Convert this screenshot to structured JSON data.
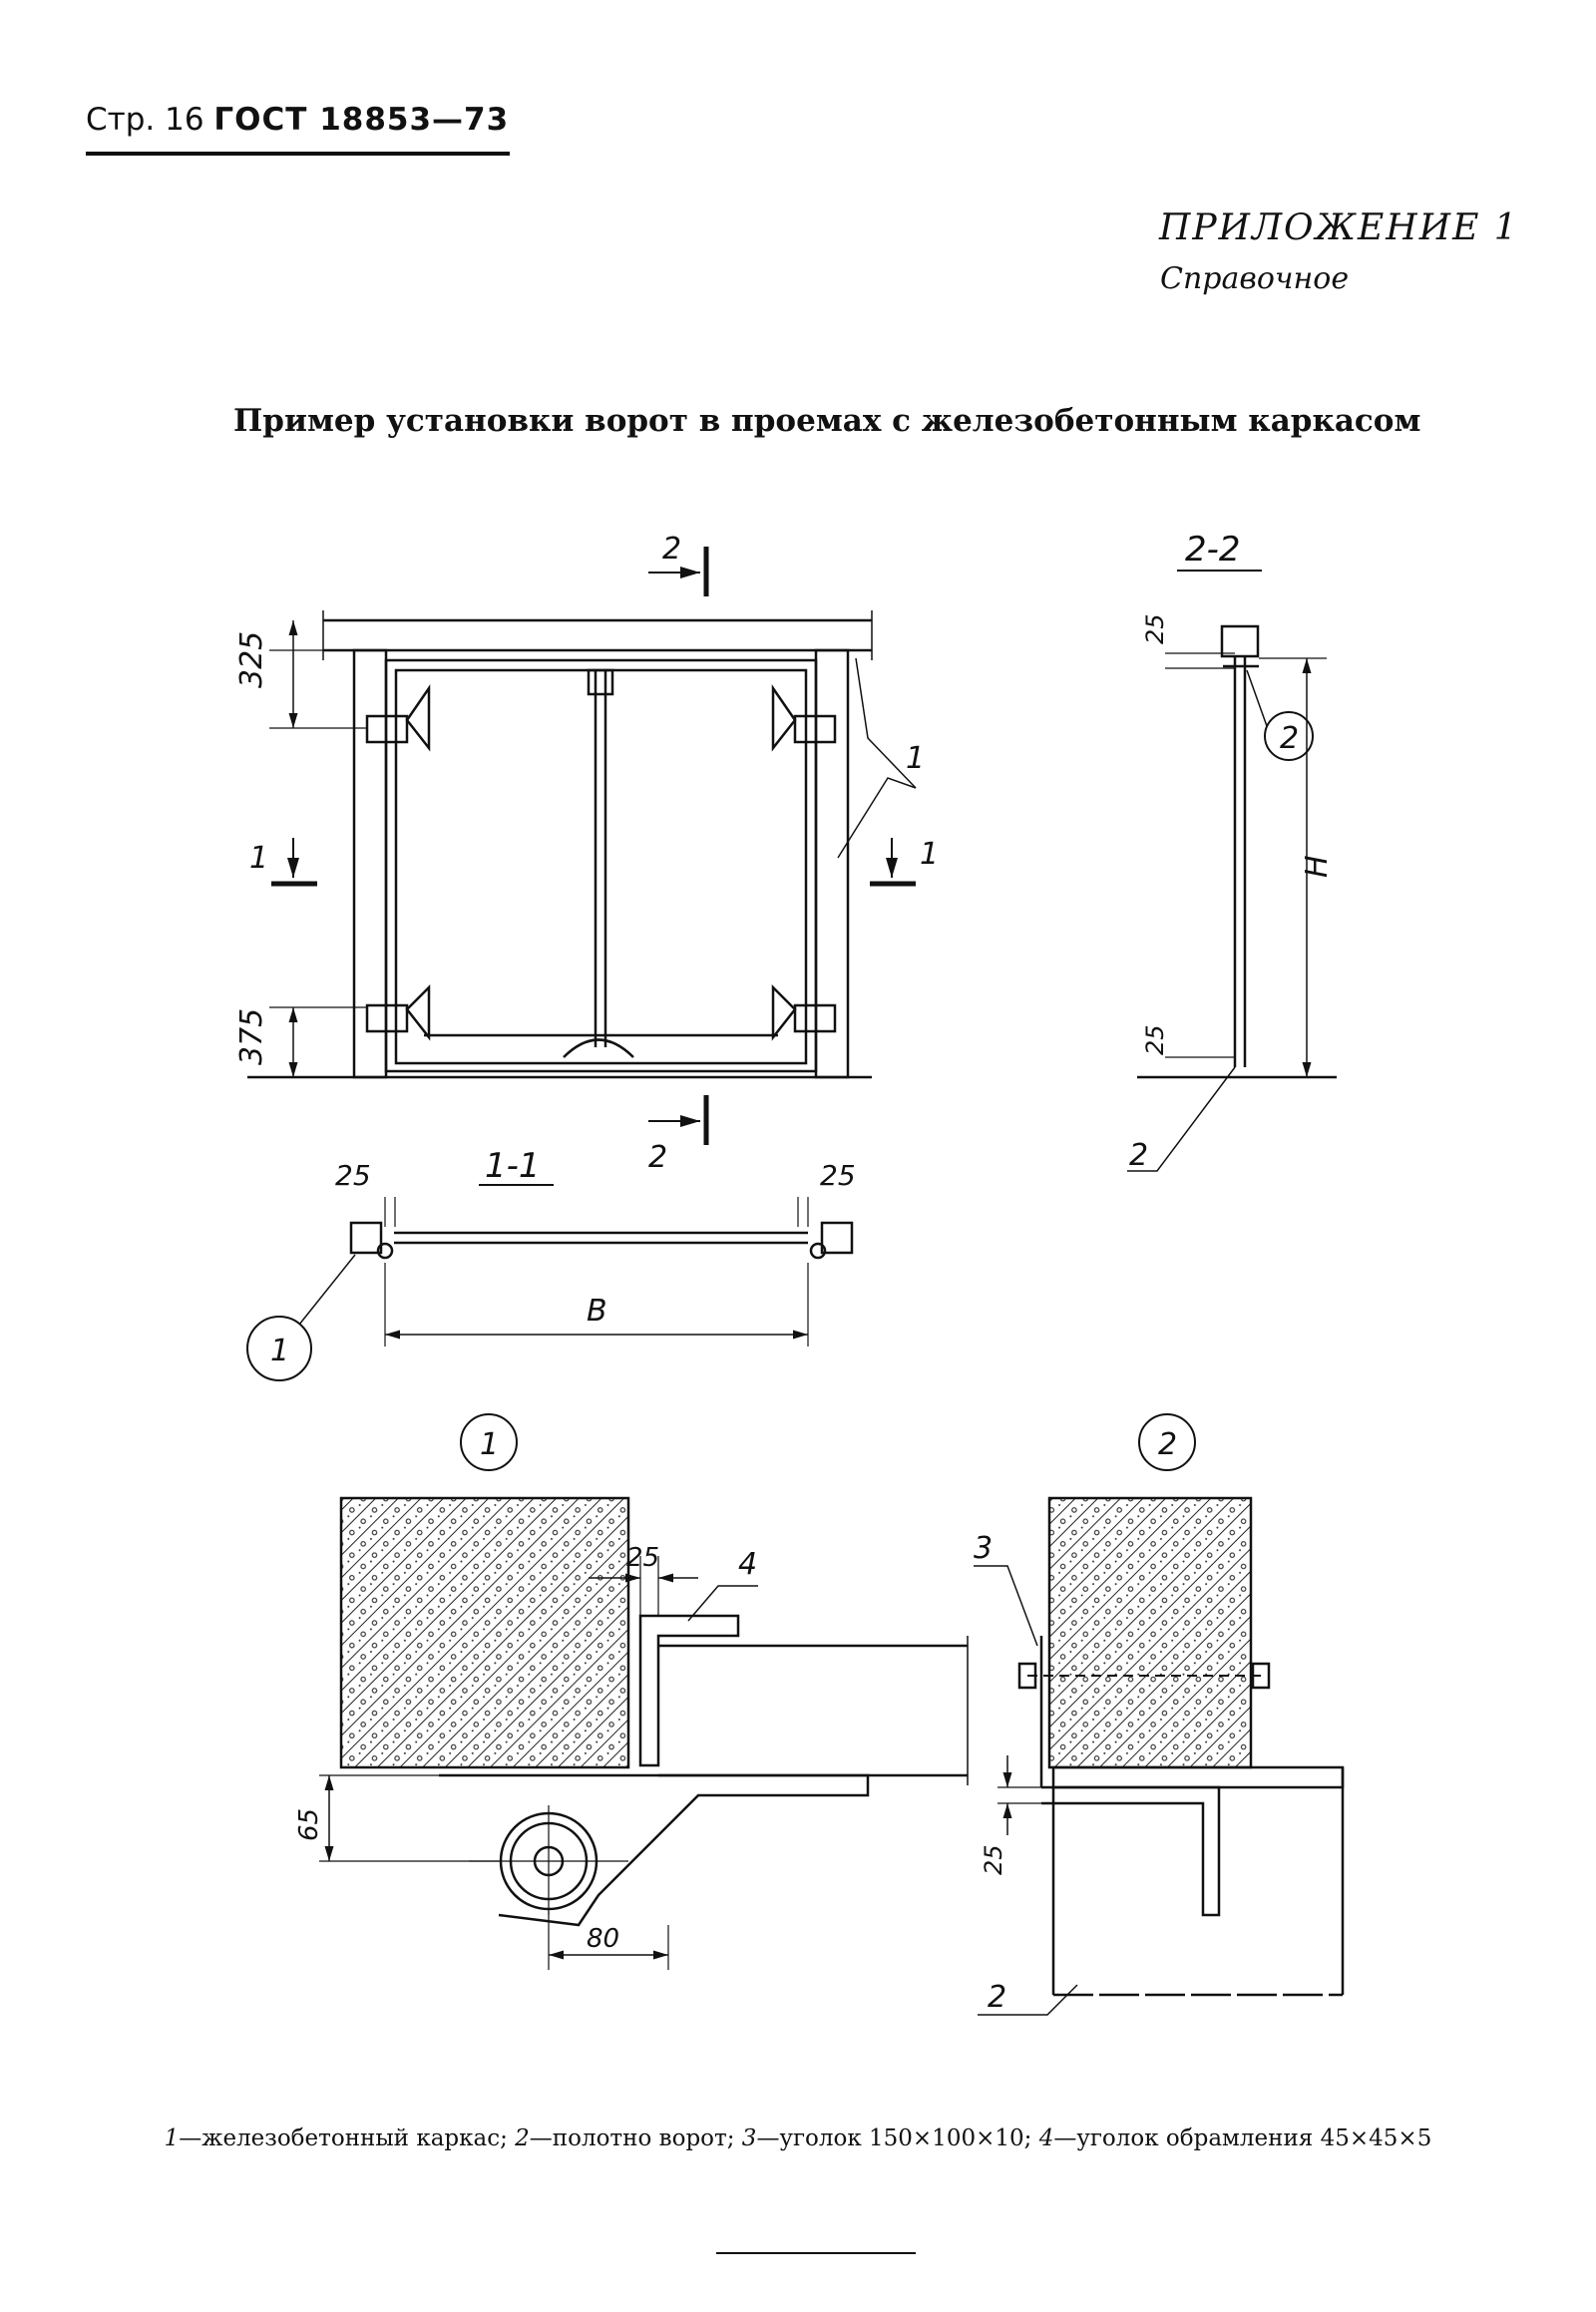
{
  "header": {
    "page_label": "Стр. 16",
    "gost_label": "ГОСТ 18853—73"
  },
  "appendix": {
    "title": "ПРИЛОЖЕНИЕ 1",
    "subtitle": "Справочное"
  },
  "figure": {
    "title": "Пример установки ворот в проемах с железобетонным каркасом",
    "dims": {
      "d325": "325",
      "d375": "375",
      "d25": "25",
      "d65": "65",
      "d80": "80",
      "B": "B",
      "H": "H"
    },
    "section_labels": {
      "sec_1_1": "1-1",
      "sec_2_2": "2-2",
      "cut_1": "1",
      "cut_2": "2"
    },
    "callouts": {
      "c1": "1",
      "c2": "2",
      "c3": "3",
      "c4": "4"
    }
  },
  "caption": {
    "item1_num": "1",
    "item1_text": "—железобетонный каркас; ",
    "item2_num": "2",
    "item2_text": "—полотно ворот; ",
    "item3_num": "3",
    "item3_text": "—уголок 150×100×10; ",
    "item4_num": "4",
    "item4_text": "—уголок обрамления 45×45×5"
  }
}
